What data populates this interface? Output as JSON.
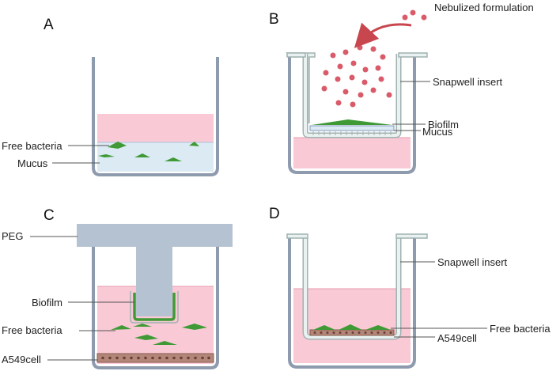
{
  "panels": {
    "a": {
      "letter": "A",
      "labels": {
        "free_bacteria": "Free bacteria",
        "mucus": "Mucus"
      }
    },
    "b": {
      "letter": "B",
      "labels": {
        "nebulized": "Nebulized formulation",
        "snapwell": "Snapwell insert",
        "biofilm": "Biofilm",
        "mucus": "Mucus"
      }
    },
    "c": {
      "letter": "C",
      "labels": {
        "peg": "PEG",
        "biofilm": "Biofilm",
        "free_bacteria": "Free bacteria",
        "a549": "A549cell"
      }
    },
    "d": {
      "letter": "D",
      "labels": {
        "snapwell": "Snapwell insert",
        "free_bacteria": "Free  bacteria",
        "a549": "A549cell"
      }
    }
  },
  "colors": {
    "well_stroke": "#8e9aad",
    "well_fill": "#ffffff",
    "medium_pink": "#f9c9d6",
    "mucus_blue": "#dceaf4",
    "bacteria_green": "#3f9a35",
    "insert_stroke": "#9fb2b0",
    "insert_fill": "#eaf2f1",
    "peg_gray": "#b5c2d2",
    "droplet_red": "#d95b6a",
    "cell_brown": "#8a5a4a",
    "arrow_red": "#c8474f"
  }
}
